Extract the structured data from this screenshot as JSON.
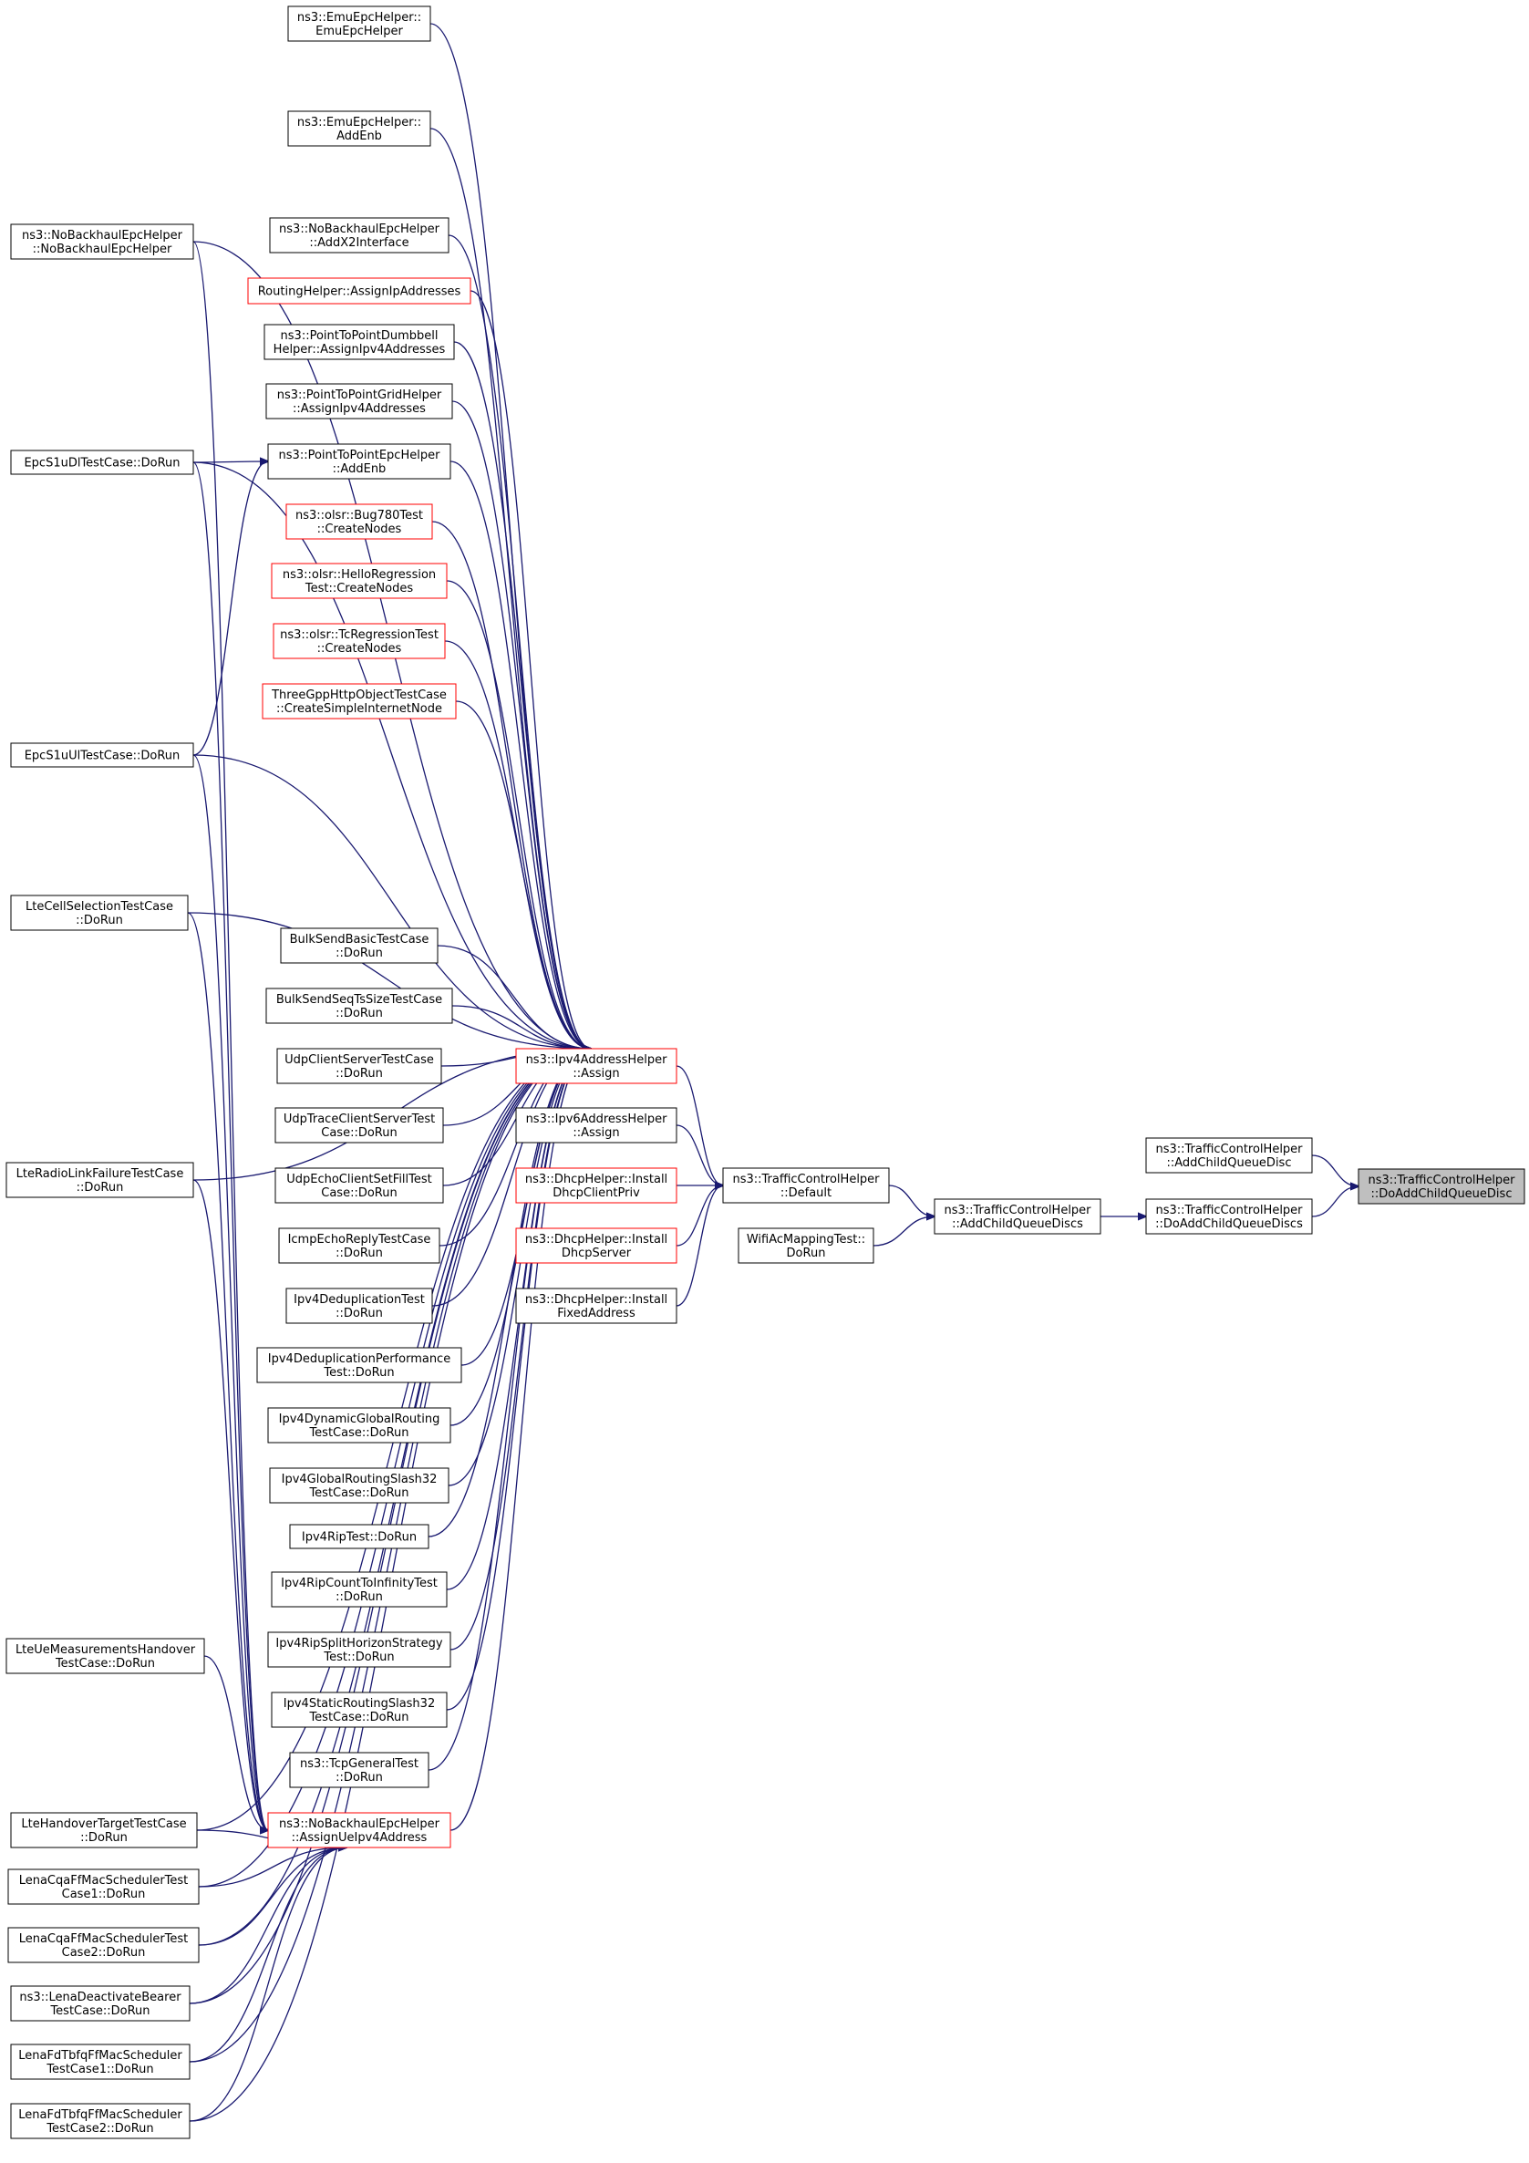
{
  "colors": {
    "edge": "#191970",
    "box_border": "#000000",
    "box_border_truncated": "#ff0000",
    "focus_fill": "#bfbfbf"
  },
  "nodes": [
    {
      "id": "focus",
      "lines": [
        "ns3::TrafficControlHelper",
        "::DoAddChildQueueDisc"
      ],
      "truncated": false,
      "focus": true
    },
    {
      "id": "addChildQueueDisc",
      "lines": [
        "ns3::TrafficControlHelper",
        "::AddChildQueueDisc"
      ],
      "truncated": false
    },
    {
      "id": "doAddChildQueueDiscs",
      "lines": [
        "ns3::TrafficControlHelper",
        "::DoAddChildQueueDiscs"
      ],
      "truncated": false
    },
    {
      "id": "addChildQueueDiscs",
      "lines": [
        "ns3::TrafficControlHelper",
        "::AddChildQueueDiscs"
      ],
      "truncated": false
    },
    {
      "id": "tchDefault",
      "lines": [
        "ns3::TrafficControlHelper",
        "::Default"
      ],
      "truncated": false
    },
    {
      "id": "wifiAcMapping",
      "lines": [
        "WifiAcMappingTest::",
        "DoRun"
      ],
      "truncated": false
    },
    {
      "id": "ipv4Assign",
      "lines": [
        "ns3::Ipv4AddressHelper",
        "::Assign"
      ],
      "truncated": true
    },
    {
      "id": "ipv6Assign",
      "lines": [
        "ns3::Ipv6AddressHelper",
        "::Assign"
      ],
      "truncated": false
    },
    {
      "id": "dhcpClientPriv",
      "lines": [
        "ns3::DhcpHelper::Install",
        "DhcpClientPriv"
      ],
      "truncated": true
    },
    {
      "id": "dhcpServer",
      "lines": [
        "ns3::DhcpHelper::Install",
        "DhcpServer"
      ],
      "truncated": true
    },
    {
      "id": "dhcpFixed",
      "lines": [
        "ns3::DhcpHelper::Install",
        "FixedAddress"
      ],
      "truncated": false
    },
    {
      "id": "emuCtor",
      "lines": [
        "ns3::EmuEpcHelper::",
        "EmuEpcHelper"
      ],
      "truncated": false
    },
    {
      "id": "emuAddEnb",
      "lines": [
        "ns3::EmuEpcHelper::",
        "AddEnb"
      ],
      "truncated": false
    },
    {
      "id": "nbAddX2",
      "lines": [
        "ns3::NoBackhaulEpcHelper",
        "::AddX2Interface"
      ],
      "truncated": false
    },
    {
      "id": "routingAssign",
      "lines": [
        "RoutingHelper::AssignIpAddresses"
      ],
      "truncated": true
    },
    {
      "id": "p2pDumbbell",
      "lines": [
        "ns3::PointToPointDumbbell",
        "Helper::AssignIpv4Addresses"
      ],
      "truncated": false
    },
    {
      "id": "p2pGrid",
      "lines": [
        "ns3::PointToPointGridHelper",
        "::AssignIpv4Addresses"
      ],
      "truncated": false
    },
    {
      "id": "p2pEpcAddEnb",
      "lines": [
        "ns3::PointToPointEpcHelper",
        "::AddEnb"
      ],
      "truncated": false
    },
    {
      "id": "bug780",
      "lines": [
        "ns3::olsr::Bug780Test",
        "::CreateNodes"
      ],
      "truncated": true
    },
    {
      "id": "helloReg",
      "lines": [
        "ns3::olsr::HelloRegression",
        "Test::CreateNodes"
      ],
      "truncated": true
    },
    {
      "id": "tcReg",
      "lines": [
        "ns3::olsr::TcRegressionTest",
        "::CreateNodes"
      ],
      "truncated": true
    },
    {
      "id": "threeGpp",
      "lines": [
        "ThreeGppHttpObjectTestCase",
        "::CreateSimpleInternetNode"
      ],
      "truncated": true
    },
    {
      "id": "bulkBasic",
      "lines": [
        "BulkSendBasicTestCase",
        "::DoRun"
      ],
      "truncated": false
    },
    {
      "id": "bulkSeq",
      "lines": [
        "BulkSendSeqTsSizeTestCase",
        "::DoRun"
      ],
      "truncated": false
    },
    {
      "id": "udpCS",
      "lines": [
        "UdpClientServerTestCase",
        "::DoRun"
      ],
      "truncated": false
    },
    {
      "id": "udpTrace",
      "lines": [
        "UdpTraceClientServerTest",
        "Case::DoRun"
      ],
      "truncated": false
    },
    {
      "id": "udpEcho",
      "lines": [
        "UdpEchoClientSetFillTest",
        "Case::DoRun"
      ],
      "truncated": false
    },
    {
      "id": "icmpEcho",
      "lines": [
        "IcmpEchoReplyTestCase",
        "::DoRun"
      ],
      "truncated": false
    },
    {
      "id": "ipv4Dedup",
      "lines": [
        "Ipv4DeduplicationTest",
        "::DoRun"
      ],
      "truncated": false
    },
    {
      "id": "ipv4DedupPerf",
      "lines": [
        "Ipv4DeduplicationPerformance",
        "Test::DoRun"
      ],
      "truncated": false
    },
    {
      "id": "ipv4DynGlobal",
      "lines": [
        "Ipv4DynamicGlobalRouting",
        "TestCase::DoRun"
      ],
      "truncated": false
    },
    {
      "id": "ipv4GlobalSlash",
      "lines": [
        "Ipv4GlobalRoutingSlash32",
        "TestCase::DoRun"
      ],
      "truncated": false
    },
    {
      "id": "ipv4Rip",
      "lines": [
        "Ipv4RipTest::DoRun"
      ],
      "truncated": false
    },
    {
      "id": "ipv4RipCount",
      "lines": [
        "Ipv4RipCountToInfinityTest",
        "::DoRun"
      ],
      "truncated": false
    },
    {
      "id": "ipv4RipSplit",
      "lines": [
        "Ipv4RipSplitHorizonStrategy",
        "Test::DoRun"
      ],
      "truncated": false
    },
    {
      "id": "ipv4StaticSlash",
      "lines": [
        "Ipv4StaticRoutingSlash32",
        "TestCase::DoRun"
      ],
      "truncated": false
    },
    {
      "id": "tcpGeneral",
      "lines": [
        "ns3::TcpGeneralTest",
        "::DoRun"
      ],
      "truncated": false
    },
    {
      "id": "nbAssignUe",
      "lines": [
        "ns3::NoBackhaulEpcHelper",
        "::AssignUeIpv4Address"
      ],
      "truncated": true
    },
    {
      "id": "nbCtor",
      "lines": [
        "ns3::NoBackhaulEpcHelper",
        "::NoBackhaulEpcHelper"
      ],
      "truncated": false
    },
    {
      "id": "epcDl",
      "lines": [
        "EpcS1uDlTestCase::DoRun"
      ],
      "truncated": false
    },
    {
      "id": "epcUl",
      "lines": [
        "EpcS1uUlTestCase::DoRun"
      ],
      "truncated": false
    },
    {
      "id": "lteCellSel",
      "lines": [
        "LteCellSelectionTestCase",
        "::DoRun"
      ],
      "truncated": false
    },
    {
      "id": "lteRlf",
      "lines": [
        "LteRadioLinkFailureTestCase",
        "::DoRun"
      ],
      "truncated": false
    },
    {
      "id": "lteUeMeas",
      "lines": [
        "LteUeMeasurementsHandover",
        "TestCase::DoRun"
      ],
      "truncated": false
    },
    {
      "id": "lteHoTarget",
      "lines": [
        "LteHandoverTargetTestCase",
        "::DoRun"
      ],
      "truncated": false
    },
    {
      "id": "lenaCqa1",
      "lines": [
        "LenaCqaFfMacSchedulerTest",
        "Case1::DoRun"
      ],
      "truncated": false
    },
    {
      "id": "lenaCqa2",
      "lines": [
        "LenaCqaFfMacSchedulerTest",
        "Case2::DoRun"
      ],
      "truncated": false
    },
    {
      "id": "lenaDeact",
      "lines": [
        "ns3::LenaDeactivateBearer",
        "TestCase::DoRun"
      ],
      "truncated": false
    },
    {
      "id": "lenaFdTbfq1",
      "lines": [
        "LenaFdTbfqFfMacScheduler",
        "TestCase1::DoRun"
      ],
      "truncated": false
    },
    {
      "id": "lenaFdTbfq2",
      "lines": [
        "LenaFdTbfqFfMacScheduler",
        "TestCase2::DoRun"
      ],
      "truncated": false
    }
  ],
  "edges": [
    [
      "addChildQueueDisc",
      "focus"
    ],
    [
      "doAddChildQueueDiscs",
      "focus"
    ],
    [
      "addChildQueueDiscs",
      "doAddChildQueueDiscs"
    ],
    [
      "tchDefault",
      "addChildQueueDiscs"
    ],
    [
      "wifiAcMapping",
      "addChildQueueDiscs"
    ],
    [
      "ipv4Assign",
      "tchDefault"
    ],
    [
      "ipv6Assign",
      "tchDefault"
    ],
    [
      "dhcpClientPriv",
      "tchDefault"
    ],
    [
      "dhcpServer",
      "tchDefault"
    ],
    [
      "dhcpFixed",
      "tchDefault"
    ],
    [
      "emuCtor",
      "ipv4Assign"
    ],
    [
      "emuAddEnb",
      "ipv4Assign"
    ],
    [
      "nbAddX2",
      "ipv4Assign"
    ],
    [
      "routingAssign",
      "ipv4Assign"
    ],
    [
      "p2pDumbbell",
      "ipv4Assign"
    ],
    [
      "p2pGrid",
      "ipv4Assign"
    ],
    [
      "p2pEpcAddEnb",
      "ipv4Assign"
    ],
    [
      "bug780",
      "ipv4Assign"
    ],
    [
      "helloReg",
      "ipv4Assign"
    ],
    [
      "tcReg",
      "ipv4Assign"
    ],
    [
      "threeGpp",
      "ipv4Assign"
    ],
    [
      "bulkBasic",
      "ipv4Assign"
    ],
    [
      "bulkSeq",
      "ipv4Assign"
    ],
    [
      "udpCS",
      "ipv4Assign"
    ],
    [
      "udpTrace",
      "ipv4Assign"
    ],
    [
      "udpEcho",
      "ipv4Assign"
    ],
    [
      "icmpEcho",
      "ipv4Assign"
    ],
    [
      "ipv4Dedup",
      "ipv4Assign"
    ],
    [
      "ipv4DedupPerf",
      "ipv4Assign"
    ],
    [
      "ipv4DynGlobal",
      "ipv4Assign"
    ],
    [
      "ipv4GlobalSlash",
      "ipv4Assign"
    ],
    [
      "ipv4Rip",
      "ipv4Assign"
    ],
    [
      "ipv4RipCount",
      "ipv4Assign"
    ],
    [
      "ipv4RipSplit",
      "ipv4Assign"
    ],
    [
      "ipv4StaticSlash",
      "ipv4Assign"
    ],
    [
      "tcpGeneral",
      "ipv4Assign"
    ],
    [
      "nbAssignUe",
      "ipv4Assign"
    ],
    [
      "nbCtor",
      "ipv4Assign"
    ],
    [
      "epcDl",
      "ipv4Assign"
    ],
    [
      "epcUl",
      "ipv4Assign"
    ],
    [
      "lteCellSel",
      "ipv4Assign"
    ],
    [
      "lteRlf",
      "ipv4Assign"
    ],
    [
      "lteHoTarget",
      "ipv4Assign"
    ],
    [
      "lenaCqa1",
      "ipv4Assign"
    ],
    [
      "lenaCqa2",
      "ipv4Assign"
    ],
    [
      "lenaDeact",
      "ipv4Assign"
    ],
    [
      "lenaFdTbfq1",
      "ipv4Assign"
    ],
    [
      "lenaFdTbfq2",
      "ipv4Assign"
    ],
    [
      "p2pEpcAddEnb",
      "epcDl"
    ],
    [
      "p2pEpcAddEnb",
      "epcUl"
    ],
    [
      "nbCtor",
      "nbAssignUe"
    ],
    [
      "epcDl",
      "nbAssignUe"
    ],
    [
      "epcUl",
      "nbAssignUe"
    ],
    [
      "lteCellSel",
      "nbAssignUe"
    ],
    [
      "lteRlf",
      "nbAssignUe"
    ],
    [
      "lteUeMeas",
      "nbAssignUe"
    ],
    [
      "lteHoTarget",
      "nbAssignUe"
    ],
    [
      "lenaCqa1",
      "nbAssignUe"
    ],
    [
      "lenaCqa2",
      "nbAssignUe"
    ],
    [
      "lenaDeact",
      "nbAssignUe"
    ],
    [
      "lenaFdTbfq1",
      "nbAssignUe"
    ],
    [
      "lenaFdTbfq2",
      "nbAssignUe"
    ]
  ]
}
